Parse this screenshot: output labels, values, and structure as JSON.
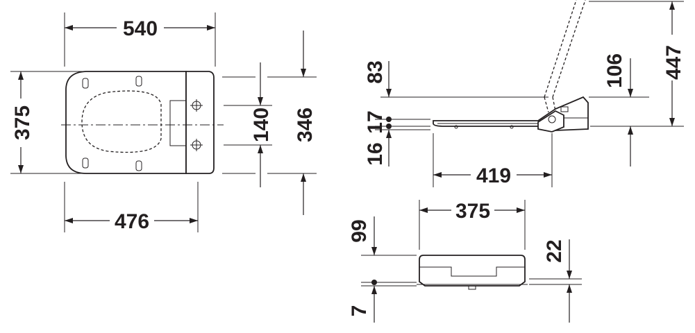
{
  "dimensions": {
    "top_width": "540",
    "seat_width": "375",
    "bottom_width": "476",
    "hinge_spacing": "140",
    "hinge_span": "346",
    "side_83": "83",
    "side_17": "17",
    "side_16": "16",
    "side_419": "419",
    "side_106": "106",
    "side_447": "447",
    "rear_375": "375",
    "rear_99": "99",
    "rear_22": "22",
    "rear_7": "7"
  },
  "colors": {
    "line": "#231f20",
    "background": "#ffffff"
  }
}
